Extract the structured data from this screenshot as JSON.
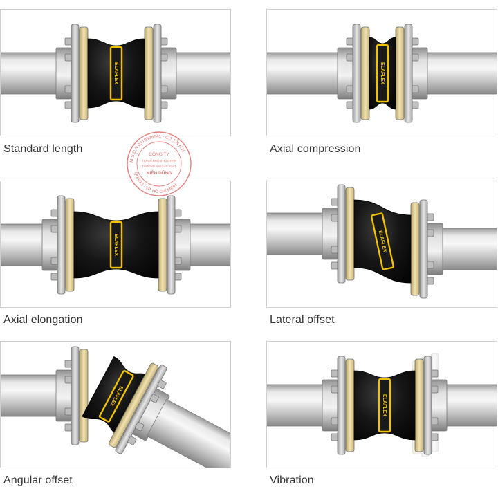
{
  "colors": {
    "pipe_light": "#eeeeee",
    "pipe_mid": "#c4c4c4",
    "pipe_dark": "#8a8a8a",
    "flange_gold": "#e3cf95",
    "bellows_black": "#151515",
    "stripe_yellow": "#f2c200",
    "stamp_red": "#d9534f",
    "border": "#cfcfcf"
  },
  "diagram": {
    "panels": [
      {
        "caption": "Standard length"
      },
      {
        "caption": "Axial compression"
      },
      {
        "caption": "Axial elongation"
      },
      {
        "caption": "Lateral offset"
      },
      {
        "caption": "Angular offset"
      },
      {
        "caption": "Vibration"
      }
    ],
    "bellows_brand": "ELAFLEX",
    "stamp": {
      "company": "CÔNG TY",
      "line1": "TRÁCH NHIỆM HỮU HẠN",
      "line2": "THƯƠNG MẠI SẢN XUẤT",
      "name": "KIÊN DŨNG",
      "ring_text": "M.S.D.N 0310598541 - C.T.T.N.H.H",
      "ring_text_bottom": "QUẬN 5 - TP. HỒ CHÍ MINH"
    }
  }
}
